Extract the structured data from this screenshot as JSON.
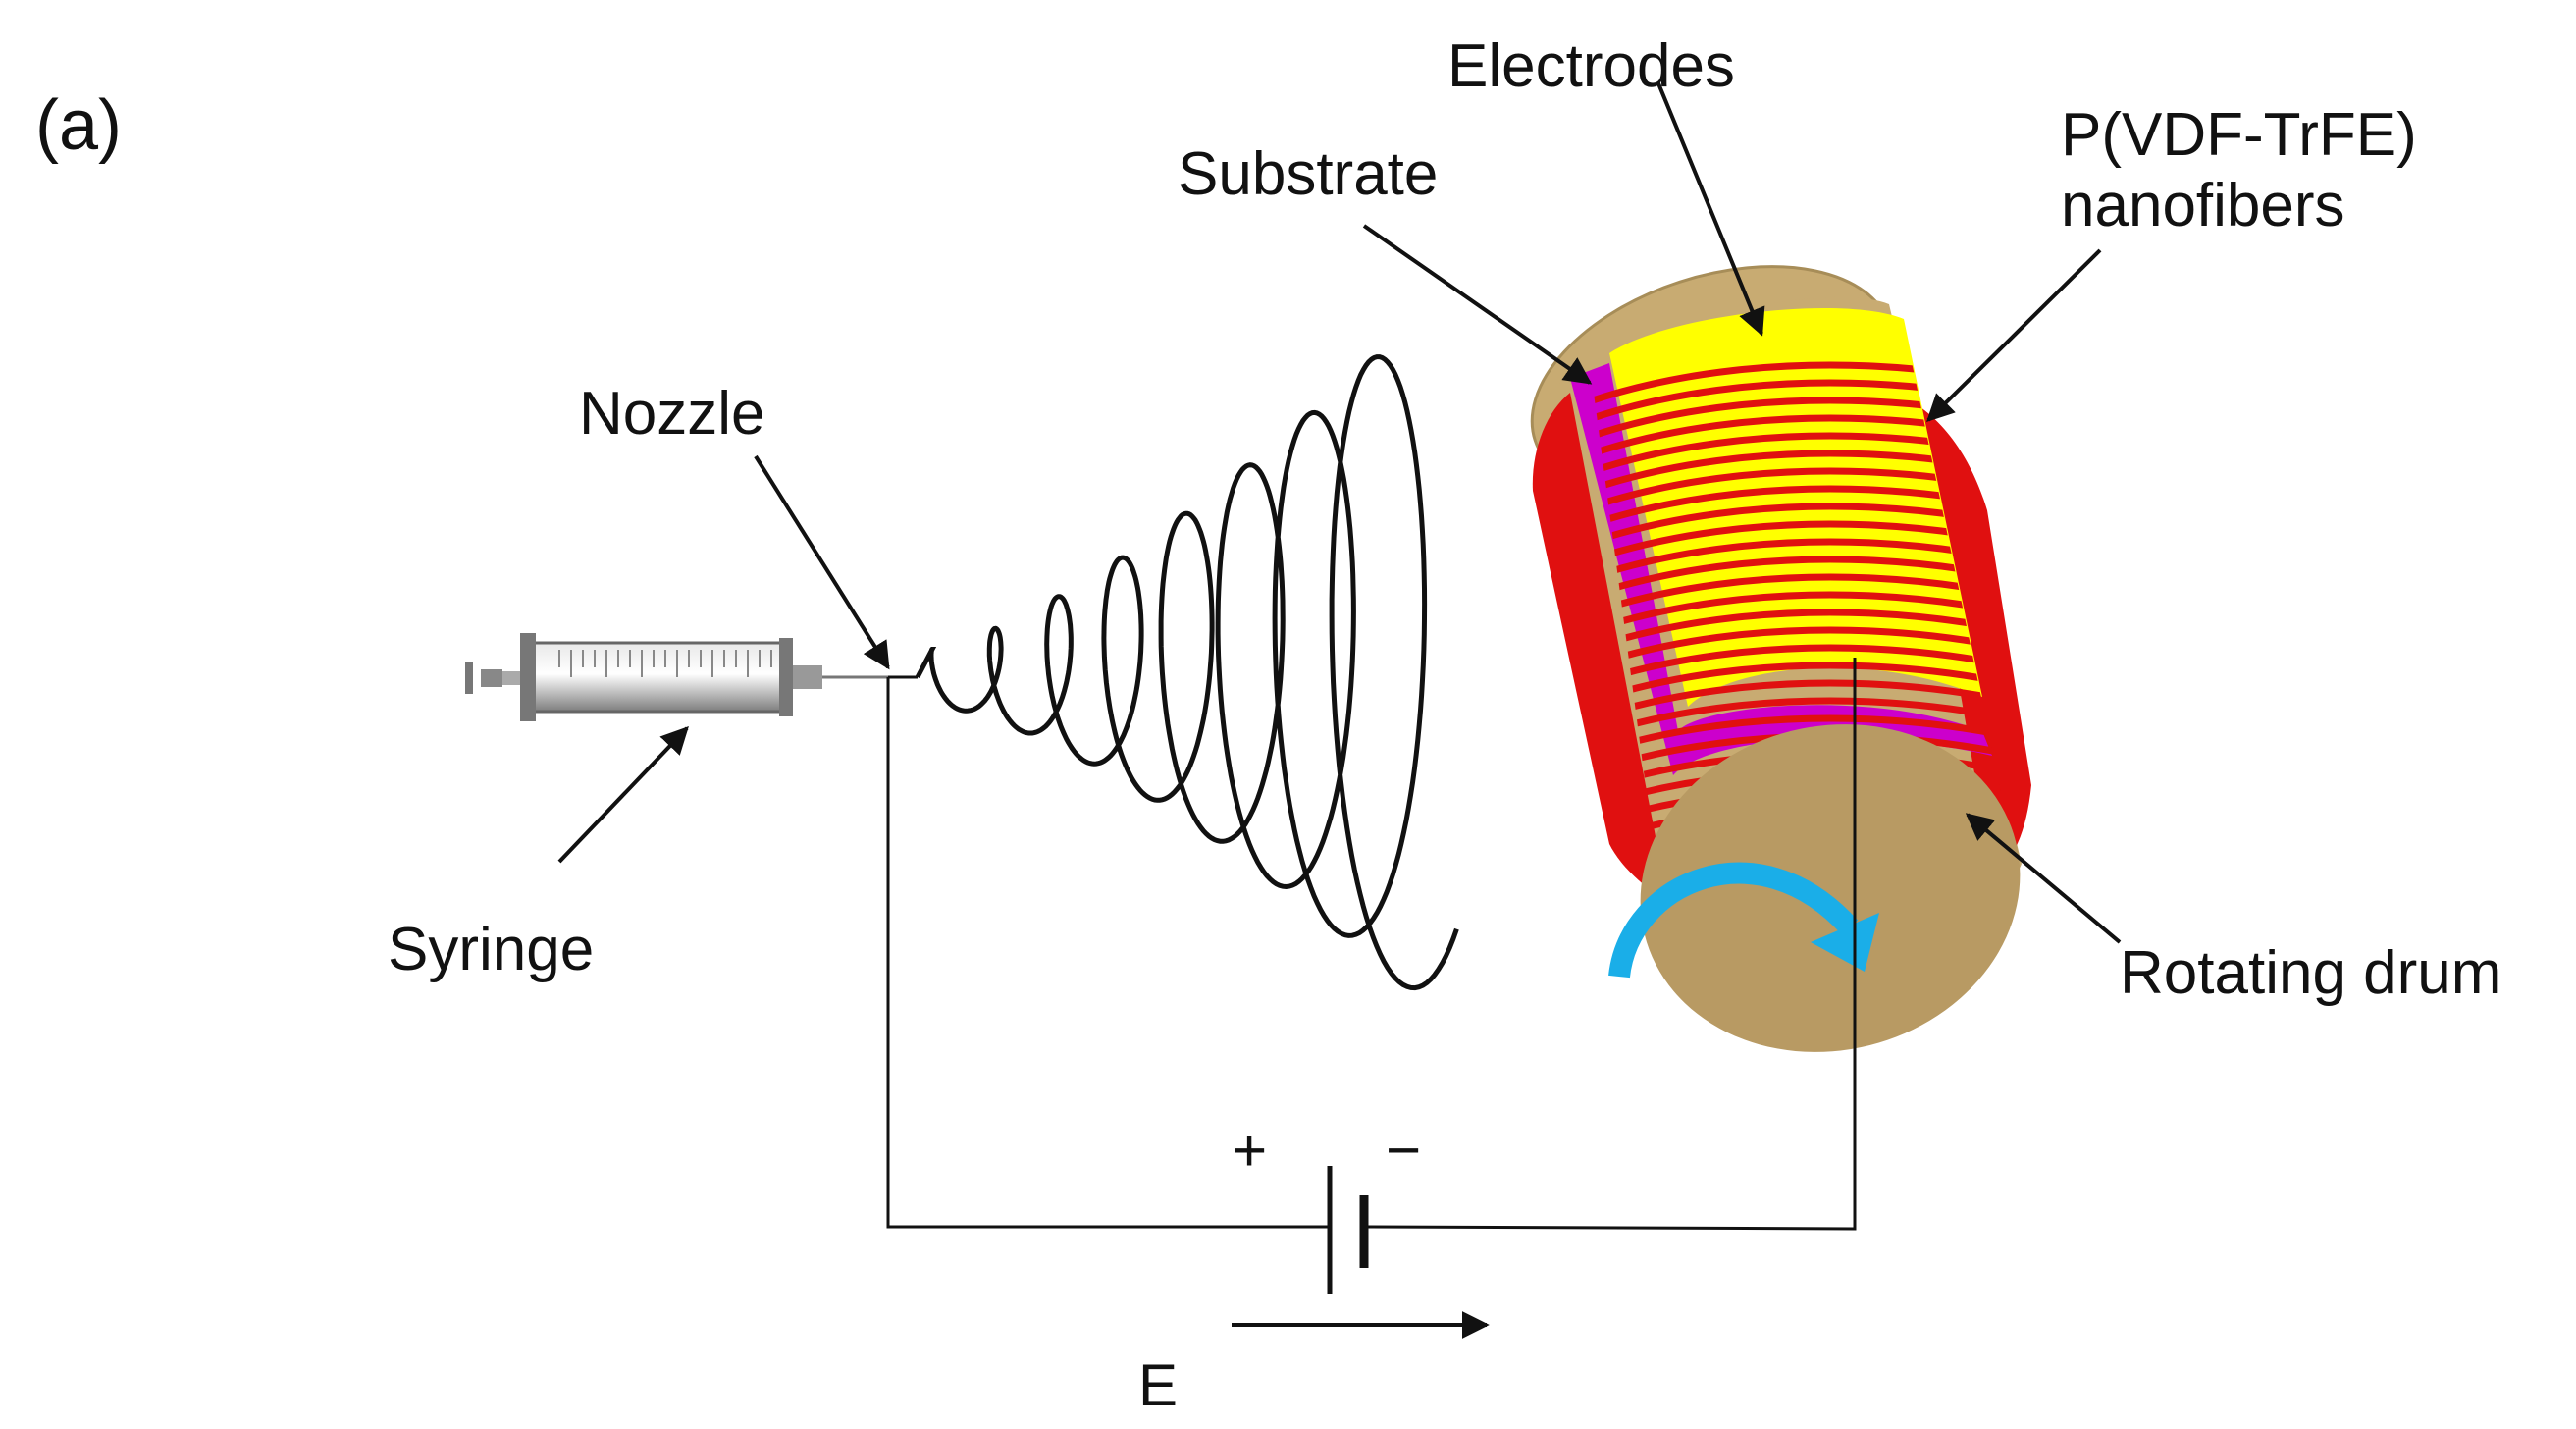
{
  "panel_label": "(a)",
  "labels": {
    "electrodes": "Electrodes",
    "substrate": "Substrate",
    "nanofibers_line1": "P(VDF-TrFE)",
    "nanofibers_line2": "nanofibers",
    "nozzle": "Nozzle",
    "syringe": "Syringe",
    "rotating_drum": "Rotating drum",
    "plus": "+",
    "minus": "−",
    "field": "E"
  },
  "colors": {
    "drum": "#c8ab72",
    "drum_end": "#b89a63",
    "electrode": "#ffff00",
    "fiber": "#e01010",
    "substrate": "#cc00cc",
    "rotation_arrow": "#1aaee8",
    "line": "#111111",
    "syringe": "#9a9a9a"
  },
  "icons": {
    "rotation": "curved-arrow-icon",
    "battery": "battery-symbol-icon",
    "field_direction": "right-arrow-icon"
  }
}
